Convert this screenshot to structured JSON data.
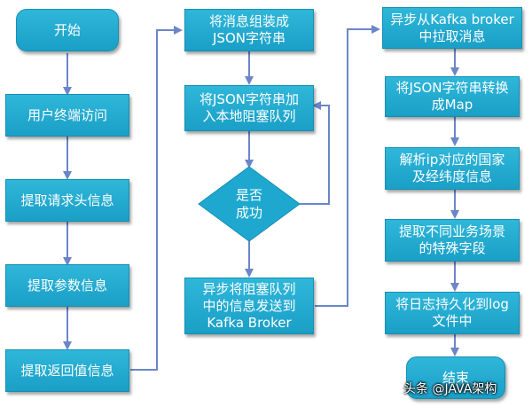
{
  "flow": {
    "start": "开始",
    "user_access": "用户终端访问",
    "extract_headers": "提取请求头信息",
    "extract_params": "提取参数信息",
    "extract_return": "提取返回值信息",
    "assemble_json": [
      "将消息组装成",
      "JSON字符串"
    ],
    "enqueue": [
      "将JSON字符串加",
      "入本地阻塞队列"
    ],
    "decision": [
      "是否",
      "成功"
    ],
    "send_async": [
      "异步将阻塞队列",
      "中的信息发送到",
      "Kafka Broker"
    ],
    "pull_async": [
      "异步从Kafka broker",
      "中拉取消息"
    ],
    "to_map": [
      "将JSON字符串转换",
      "成Map"
    ],
    "parse_ip": [
      "解析ip对应的国家",
      "及经纬度信息"
    ],
    "extract_business": [
      "提取不同业务场景",
      "的特殊字段"
    ],
    "persist_log": [
      "将日志持久化到log",
      "文件中"
    ],
    "end": "结束"
  },
  "watermark": "头条 @JAVA架构",
  "colors": {
    "box_fill": "#1fa8cf",
    "arrow": "#6b86c8"
  }
}
